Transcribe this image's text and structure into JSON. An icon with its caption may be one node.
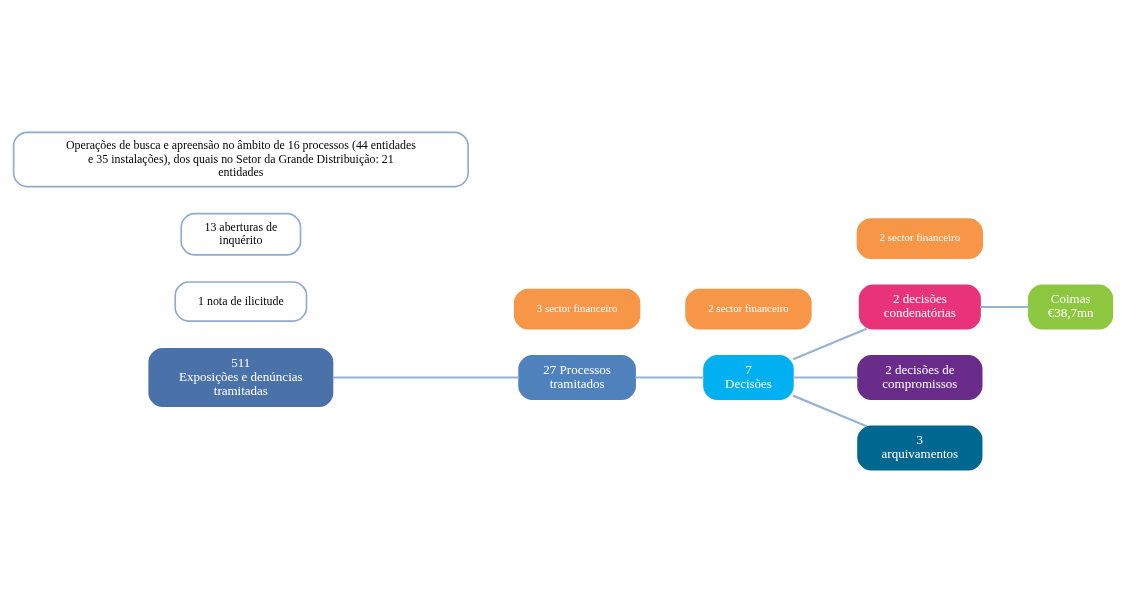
{
  "diagram": {
    "nodes": [
      {
        "text": [
          "511",
          "Exposições e denúncias tramitadas"
        ]
      },
      {
        "text": [
          "27 Processos tramitados"
        ]
      },
      {
        "text": [
          "3 sector financeiro"
        ]
      },
      {
        "text": [
          "7",
          "Decisões"
        ]
      },
      {
        "text": [
          "2 sector financeiro"
        ]
      },
      {
        "text": [
          "2 decisões condenatórias"
        ]
      },
      {
        "text": [
          "Coimas",
          "€38,7mn"
        ]
      },
      {
        "text": [
          "2 decisões de compromissos"
        ]
      },
      {
        "text": [
          "2 sector financeiro"
        ]
      },
      {
        "text": [
          "3",
          "arquivamentos"
        ]
      },
      {
        "text": [
          "1 nota de ilicitude"
        ]
      },
      {
        "text": [
          "13 aberturas de inquérito"
        ]
      },
      {
        "text": [
          "Operações de busca e apreensão no âmbito de 16 processos (44 entidades e 35 instalações), dos quais no Setor da Grande Distribuição: 21 entidades"
        ]
      }
    ],
    "edges": [
      {
        "from": 0,
        "to": 1,
        "arrow": "none"
      },
      {
        "from": 1,
        "to": 3,
        "arrow": "none"
      },
      {
        "from": 3,
        "to": 5,
        "arrow": "none"
      },
      {
        "from": 3,
        "to": 7,
        "arrow": "none"
      },
      {
        "from": 3,
        "to": 9,
        "arrow": "none"
      },
      {
        "from": 5,
        "to": 6,
        "arrow": "none"
      }
    ]
  }
}
